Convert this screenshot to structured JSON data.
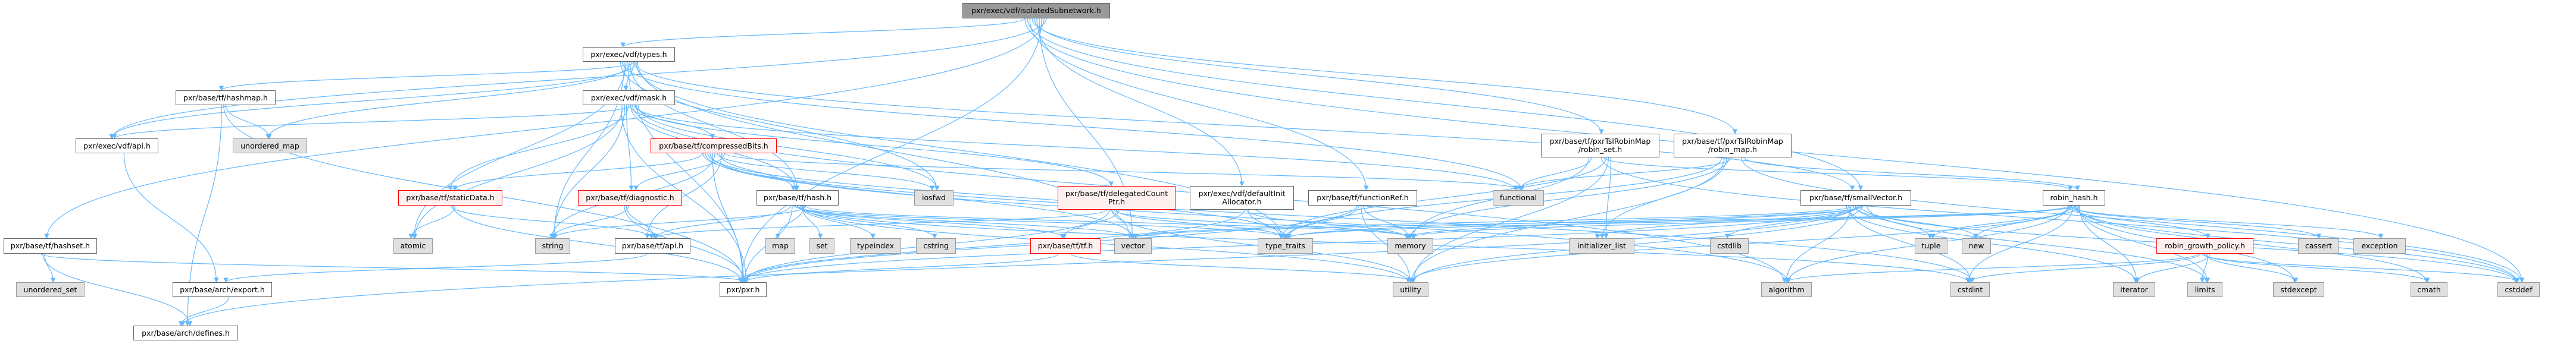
{
  "title": "pxr/exec/vdf/isolatedSubnetwork.h",
  "colors": {
    "edge": "#63b8ff",
    "root_fill": "#999999",
    "leaf_fill": "#e0e0e0",
    "warn_border": "#ff0000",
    "warn_fill": "#fff0f0"
  },
  "nodes": [
    {
      "id": "root",
      "label": "pxr/exec/vdf/isolatedSubnetwork.h",
      "kind": "root"
    },
    {
      "id": "types",
      "label": "pxr/exec/vdf/types.h",
      "kind": "normal"
    },
    {
      "id": "mask",
      "label": "pxr/exec/vdf/mask.h",
      "kind": "normal"
    },
    {
      "id": "hashmap",
      "label": "pxr/base/tf/hashmap.h",
      "kind": "normal"
    },
    {
      "id": "vdfapi",
      "label": "pxr/exec/vdf/api.h",
      "kind": "normal"
    },
    {
      "id": "unordered_map",
      "label": "unordered_map",
      "kind": "leaf"
    },
    {
      "id": "staticData",
      "label": "pxr/base/tf/staticData.h",
      "kind": "red"
    },
    {
      "id": "diagnostic",
      "label": "pxr/base/tf/diagnostic.h",
      "kind": "red"
    },
    {
      "id": "hashset",
      "label": "pxr/base/tf/hashset.h",
      "kind": "normal"
    },
    {
      "id": "unordered_set",
      "label": "unordered_set",
      "kind": "leaf"
    },
    {
      "id": "export",
      "label": "pxr/base/arch/export.h",
      "kind": "normal"
    },
    {
      "id": "defines",
      "label": "pxr/base/arch/defines.h",
      "kind": "normal"
    },
    {
      "id": "atomic",
      "label": "atomic",
      "kind": "leaf"
    },
    {
      "id": "string",
      "label": "string",
      "kind": "leaf"
    },
    {
      "id": "tfapi",
      "label": "pxr/base/tf/api.h",
      "kind": "normal"
    },
    {
      "id": "compressedBits",
      "label": "pxr/base/tf/compressedBits.h",
      "kind": "red"
    },
    {
      "id": "hash",
      "label": "pxr/base/tf/hash.h",
      "kind": "normal"
    },
    {
      "id": "iosfwd",
      "label": "iosfwd",
      "kind": "leaf"
    },
    {
      "id": "delegated",
      "label": "pxr/base/tf/delegatedCount\nPtr.h",
      "kind": "red"
    },
    {
      "id": "defaultInit",
      "label": "pxr/exec/vdf/defaultInit\nAllocator.h",
      "kind": "normal"
    },
    {
      "id": "functionRef",
      "label": "pxr/base/tf/functionRef.h",
      "kind": "normal"
    },
    {
      "id": "map",
      "label": "map",
      "kind": "leaf"
    },
    {
      "id": "set",
      "label": "set",
      "kind": "leaf"
    },
    {
      "id": "typeindex",
      "label": "typeindex",
      "kind": "leaf"
    },
    {
      "id": "cstring",
      "label": "cstring",
      "kind": "leaf"
    },
    {
      "id": "tf",
      "label": "pxr/base/tf/tf.h",
      "kind": "red"
    },
    {
      "id": "vector",
      "label": "vector",
      "kind": "leaf"
    },
    {
      "id": "type_traits",
      "label": "type_traits",
      "kind": "leaf"
    },
    {
      "id": "pxr",
      "label": "pxr/pxr.h",
      "kind": "normal"
    },
    {
      "id": "robin_set",
      "label": "pxr/base/tf/pxrTslRobinMap\n/robin_set.h",
      "kind": "normal"
    },
    {
      "id": "robin_map",
      "label": "pxr/base/tf/pxrTslRobinMap\n/robin_map.h",
      "kind": "normal"
    },
    {
      "id": "functional",
      "label": "functional",
      "kind": "leaf"
    },
    {
      "id": "smallVector",
      "label": "pxr/base/tf/smallVector.h",
      "kind": "normal"
    },
    {
      "id": "memory",
      "label": "memory",
      "kind": "leaf"
    },
    {
      "id": "initializer_list",
      "label": "initializer_list",
      "kind": "leaf"
    },
    {
      "id": "cstdlib",
      "label": "cstdlib",
      "kind": "leaf"
    },
    {
      "id": "tuple",
      "label": "tuple",
      "kind": "leaf"
    },
    {
      "id": "new",
      "label": "new",
      "kind": "leaf"
    },
    {
      "id": "utility",
      "label": "utility",
      "kind": "leaf"
    },
    {
      "id": "algorithm",
      "label": "algorithm",
      "kind": "leaf"
    },
    {
      "id": "cstdint",
      "label": "cstdint",
      "kind": "leaf"
    },
    {
      "id": "robin_hash",
      "label": "robin_hash.h",
      "kind": "normal"
    },
    {
      "id": "robin_growth",
      "label": "robin_growth_policy.h",
      "kind": "red"
    },
    {
      "id": "cassert",
      "label": "cassert",
      "kind": "leaf"
    },
    {
      "id": "exception",
      "label": "exception",
      "kind": "leaf"
    },
    {
      "id": "iterator",
      "label": "iterator",
      "kind": "leaf"
    },
    {
      "id": "limits",
      "label": "limits",
      "kind": "leaf"
    },
    {
      "id": "stdexcept",
      "label": "stdexcept",
      "kind": "leaf"
    },
    {
      "id": "cmath",
      "label": "cmath",
      "kind": "leaf"
    },
    {
      "id": "cstddef",
      "label": "cstddef",
      "kind": "leaf"
    }
  ],
  "edges": [
    [
      "root",
      "types"
    ],
    [
      "root",
      "vdfapi"
    ],
    [
      "root",
      "hashset"
    ],
    [
      "root",
      "pxr"
    ],
    [
      "root",
      "vector"
    ],
    [
      "root",
      "defaultInit"
    ],
    [
      "root",
      "robin_set"
    ],
    [
      "root",
      "robin_map"
    ],
    [
      "root",
      "functionRef"
    ],
    [
      "root",
      "smallVector"
    ],
    [
      "root",
      "cstddef"
    ],
    [
      "types",
      "vdfapi"
    ],
    [
      "types",
      "hashmap"
    ],
    [
      "types",
      "mask"
    ],
    [
      "types",
      "unordered_map"
    ],
    [
      "types",
      "hash"
    ],
    [
      "types",
      "pxr"
    ],
    [
      "types",
      "atomic"
    ],
    [
      "types",
      "string"
    ],
    [
      "types",
      "functional"
    ],
    [
      "types",
      "iosfwd"
    ],
    [
      "types",
      "vector"
    ],
    [
      "types",
      "type_traits"
    ],
    [
      "types",
      "smallVector"
    ],
    [
      "mask",
      "vdfapi"
    ],
    [
      "mask",
      "compressedBits"
    ],
    [
      "mask",
      "staticData"
    ],
    [
      "mask",
      "diagnostic"
    ],
    [
      "mask",
      "string"
    ],
    [
      "mask",
      "atomic"
    ],
    [
      "mask",
      "pxr"
    ],
    [
      "mask",
      "iosfwd"
    ],
    [
      "mask",
      "delegated"
    ],
    [
      "mask",
      "functional"
    ],
    [
      "mask",
      "algorithm"
    ],
    [
      "mask",
      "hash"
    ],
    [
      "hashmap",
      "unordered_map"
    ],
    [
      "hashmap",
      "pxr"
    ],
    [
      "hashmap",
      "defines"
    ],
    [
      "hashset",
      "unordered_set"
    ],
    [
      "hashset",
      "defines"
    ],
    [
      "hashset",
      "pxr"
    ],
    [
      "vdfapi",
      "export"
    ],
    [
      "export",
      "defines"
    ],
    [
      "staticData",
      "atomic"
    ],
    [
      "staticData",
      "pxr"
    ],
    [
      "staticData",
      "tfapi"
    ],
    [
      "diagnostic",
      "string"
    ],
    [
      "diagnostic",
      "tfapi"
    ],
    [
      "diagnostic",
      "pxr"
    ],
    [
      "tfapi",
      "export"
    ],
    [
      "compressedBits",
      "staticData"
    ],
    [
      "compressedBits",
      "diagnostic"
    ],
    [
      "compressedBits",
      "tfapi"
    ],
    [
      "compressedBits",
      "hash"
    ],
    [
      "compressedBits",
      "iosfwd"
    ],
    [
      "compressedBits",
      "string"
    ],
    [
      "compressedBits",
      "pxr"
    ],
    [
      "compressedBits",
      "vector"
    ],
    [
      "compressedBits",
      "type_traits"
    ],
    [
      "compressedBits",
      "algorithm"
    ],
    [
      "compressedBits",
      "cstdint"
    ],
    [
      "compressedBits",
      "functional"
    ],
    [
      "hash",
      "map"
    ],
    [
      "hash",
      "set"
    ],
    [
      "hash",
      "typeindex"
    ],
    [
      "hash",
      "cstring"
    ],
    [
      "hash",
      "tf"
    ],
    [
      "hash",
      "vector"
    ],
    [
      "hash",
      "type_traits"
    ],
    [
      "hash",
      "pxr"
    ],
    [
      "hash",
      "tfapi"
    ],
    [
      "hash",
      "string"
    ],
    [
      "hash",
      "memory"
    ],
    [
      "hash",
      "utility"
    ],
    [
      "hash",
      "cstdint"
    ],
    [
      "delegated",
      "tf"
    ],
    [
      "delegated",
      "type_traits"
    ],
    [
      "delegated",
      "memory"
    ],
    [
      "delegated",
      "utility"
    ],
    [
      "delegated",
      "pxr"
    ],
    [
      "delegated",
      "tfapi"
    ],
    [
      "tf",
      "pxr"
    ],
    [
      "tf",
      "utility"
    ],
    [
      "defaultInit",
      "type_traits"
    ],
    [
      "defaultInit",
      "memory"
    ],
    [
      "defaultInit",
      "pxr"
    ],
    [
      "functionRef",
      "memory"
    ],
    [
      "functionRef",
      "utility"
    ],
    [
      "functionRef",
      "type_traits"
    ],
    [
      "functionRef",
      "pxr"
    ],
    [
      "robin_set",
      "functional"
    ],
    [
      "robin_set",
      "memory"
    ],
    [
      "robin_set",
      "initializer_list"
    ],
    [
      "robin_set",
      "utility"
    ],
    [
      "robin_set",
      "type_traits"
    ],
    [
      "robin_set",
      "robin_hash"
    ],
    [
      "robin_set",
      "cstddef"
    ],
    [
      "robin_map",
      "functional"
    ],
    [
      "robin_map",
      "memory"
    ],
    [
      "robin_map",
      "initializer_list"
    ],
    [
      "robin_map",
      "utility"
    ],
    [
      "robin_map",
      "type_traits"
    ],
    [
      "robin_map",
      "robin_hash"
    ],
    [
      "robin_map",
      "cstddef"
    ],
    [
      "smallVector",
      "memory"
    ],
    [
      "smallVector",
      "initializer_list"
    ],
    [
      "smallVector",
      "cstdlib"
    ],
    [
      "smallVector",
      "tuple"
    ],
    [
      "smallVector",
      "new"
    ],
    [
      "smallVector",
      "algorithm"
    ],
    [
      "smallVector",
      "cstdint"
    ],
    [
      "smallVector",
      "iterator"
    ],
    [
      "smallVector",
      "limits"
    ],
    [
      "smallVector",
      "type_traits"
    ],
    [
      "smallVector",
      "utility"
    ],
    [
      "smallVector",
      "cstddef"
    ],
    [
      "smallVector",
      "pxr"
    ],
    [
      "smallVector",
      "defines"
    ],
    [
      "smallVector",
      "vector"
    ],
    [
      "robin_hash",
      "new"
    ],
    [
      "robin_hash",
      "cassert"
    ],
    [
      "robin_hash",
      "exception"
    ],
    [
      "robin_hash",
      "robin_growth"
    ],
    [
      "robin_hash",
      "iterator"
    ],
    [
      "robin_hash",
      "limits"
    ],
    [
      "robin_hash",
      "stdexcept"
    ],
    [
      "robin_hash",
      "cmath"
    ],
    [
      "robin_hash",
      "cstddef"
    ],
    [
      "robin_hash",
      "cstdint"
    ],
    [
      "robin_hash",
      "memory"
    ],
    [
      "robin_hash",
      "utility"
    ],
    [
      "robin_hash",
      "type_traits"
    ],
    [
      "robin_hash",
      "algorithm"
    ],
    [
      "robin_hash",
      "tuple"
    ],
    [
      "robin_hash",
      "vector"
    ],
    [
      "robin_growth",
      "iterator"
    ],
    [
      "robin_growth",
      "limits"
    ],
    [
      "robin_growth",
      "stdexcept"
    ],
    [
      "robin_growth",
      "cmath"
    ],
    [
      "robin_growth",
      "cstddef"
    ],
    [
      "robin_growth",
      "cstdint"
    ],
    [
      "robin_growth",
      "algorithm"
    ]
  ]
}
